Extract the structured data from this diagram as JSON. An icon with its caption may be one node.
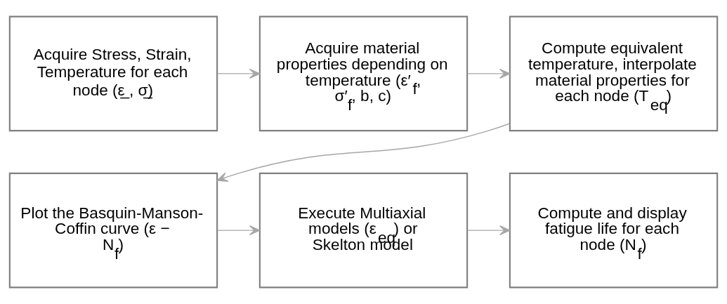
{
  "diagram": {
    "nodes": [
      {
        "text": [
          "Acquire Stress, Strain, Temperature for each node (ε̲ , σ̲)"
        ]
      },
      {
        "text": [
          "Acquire material properties depending on temperature (ε′$_{f}$, σ′$_{f}$, b, c)"
        ]
      },
      {
        "text": [
          "Compute equivalent temperature, interpolate material properties for each node (T$_{eq}$)"
        ]
      },
      {
        "text": [
          "Plot the Basquin-Manson-Coffin curve (ε − N$_{f}$)"
        ]
      },
      {
        "text": [
          "Execute Multiaxial models (ε$_{eq}$) or Skelton model"
        ]
      },
      {
        "text": [
          "Compute and display fatigue life for each node (N$_{f}$)"
        ]
      }
    ],
    "edges": [
      {
        "from": 0,
        "to": 1,
        "arrow": "to"
      },
      {
        "from": 1,
        "to": 2,
        "arrow": "to"
      },
      {
        "from": 2,
        "to": 3,
        "arrow": "to"
      },
      {
        "from": 3,
        "to": 4,
        "arrow": "to"
      },
      {
        "from": 4,
        "to": 5,
        "arrow": "to"
      }
    ]
  }
}
